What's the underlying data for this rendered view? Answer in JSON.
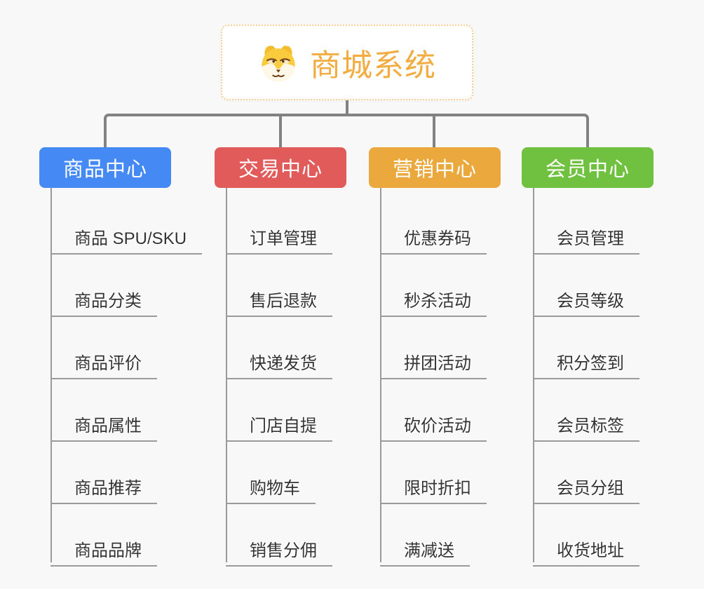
{
  "page": {
    "background": "#f8f8f8",
    "connector_color": "#828282",
    "leaf_line_color": "#9a9a9a",
    "leaf_text_color": "#333333"
  },
  "root": {
    "title": "商城系统",
    "title_color": "#f2ac40",
    "border_color": "#f6cf90",
    "icon": "dog-face-icon"
  },
  "branches": [
    {
      "label": "商品中心",
      "color": "#4489f4",
      "items": [
        "商品 SPU/SKU",
        "商品分类",
        "商品评价",
        "商品属性",
        "商品推荐",
        "商品品牌"
      ]
    },
    {
      "label": "交易中心",
      "color": "#e25b5b",
      "items": [
        "订单管理",
        "售后退款",
        "快递发货",
        "门店自提",
        "购物车",
        "销售分佣"
      ]
    },
    {
      "label": "营销中心",
      "color": "#eba93d",
      "items": [
        "优惠券码",
        "秒杀活动",
        "拼团活动",
        "砍价活动",
        "限时折扣",
        "满减送"
      ]
    },
    {
      "label": "会员中心",
      "color": "#6fc13f",
      "items": [
        "会员管理",
        "会员等级",
        "积分签到",
        "会员标签",
        "会员分组",
        "收货地址"
      ]
    }
  ]
}
